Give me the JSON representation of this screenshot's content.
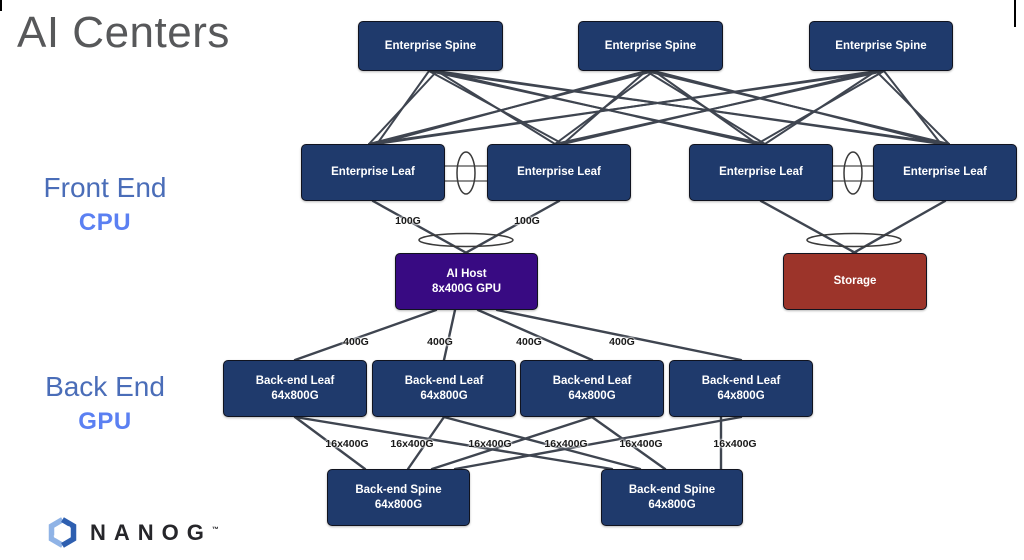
{
  "slide": {
    "title": "AI Centers",
    "section_labels": {
      "front_end": {
        "line1": "Front End",
        "line2": "CPU"
      },
      "back_end": {
        "line1": "Back End",
        "line2": "GPU"
      }
    },
    "logo": {
      "name": "NANOG",
      "tm": "™"
    }
  },
  "diagram": {
    "nodes": [
      {
        "line1": "Enterprise Spine"
      },
      {
        "line1": "Enterprise Spine"
      },
      {
        "line1": "Enterprise Spine"
      },
      {
        "line1": "Enterprise Leaf"
      },
      {
        "line1": "Enterprise Leaf"
      },
      {
        "line1": "Enterprise Leaf"
      },
      {
        "line1": "Enterprise Leaf"
      },
      {
        "line1": "AI Host",
        "line2": "8x400G GPU"
      },
      {
        "line1": "Storage"
      },
      {
        "line1": "Back-end Leaf",
        "line2": "64x800G"
      },
      {
        "line1": "Back-end Leaf",
        "line2": "64x800G"
      },
      {
        "line1": "Back-end Leaf",
        "line2": "64x800G"
      },
      {
        "line1": "Back-end Leaf",
        "line2": "64x800G"
      },
      {
        "line1": "Back-end Spine",
        "line2": "64x800G"
      },
      {
        "line1": "Back-end Spine",
        "line2": "64x800G"
      }
    ],
    "edge_labels": [
      {
        "text": "100G"
      },
      {
        "text": "100G"
      },
      {
        "text": "400G"
      },
      {
        "text": "400G"
      },
      {
        "text": "400G"
      },
      {
        "text": "400G"
      },
      {
        "text": "16x400G"
      },
      {
        "text": "16x400G"
      },
      {
        "text": "16x400G"
      },
      {
        "text": "16x400G"
      },
      {
        "text": "16x400G"
      },
      {
        "text": "16x400G"
      }
    ],
    "colors": {
      "node_navy": "#1f3a6c",
      "node_purple": "#380a82",
      "node_red": "#9c342a",
      "link_gray": "#3f4550",
      "section_blue": "#4a6db8",
      "accent_blue": "#5b80f2",
      "title_gray": "#57585a",
      "logo_light_blue": "#8fb3e6",
      "logo_dark_blue": "#2e5fb0"
    }
  }
}
